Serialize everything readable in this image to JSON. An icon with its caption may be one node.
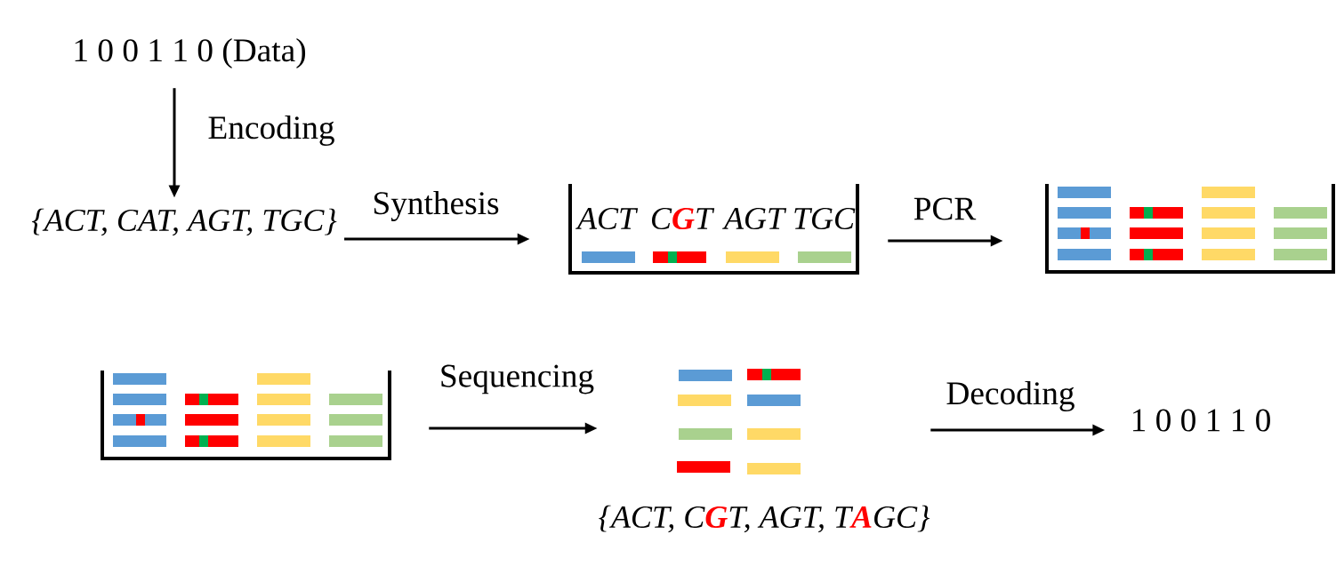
{
  "diagram": {
    "nodes": [
      {
        "text": [
          "1 0 0 1 1 0 (Data)"
        ]
      },
      {
        "text": [
          "{ACT, CAT, AGT, TGC}"
        ]
      },
      {
        "text": [
          "ACT",
          "C**G**T",
          "AGT",
          "TGC"
        ]
      },
      {
        "text": [],
        "shape": "box"
      },
      {
        "text": [],
        "shape": "box"
      },
      {
        "text": [
          "{ACT, C**G**T, AGT, T**A**GC}"
        ]
      },
      {
        "text": [
          "1 0 0 1 1 0"
        ]
      }
    ],
    "edges": [
      {
        "from": 0,
        "to": 1,
        "arrow": "to",
        "label": "Encoding"
      },
      {
        "from": 1,
        "to": 2,
        "arrow": "to",
        "label": "Synthesis"
      },
      {
        "from": 2,
        "to": 3,
        "arrow": "to",
        "label": "PCR"
      },
      {
        "from": 4,
        "to": 5,
        "arrow": "to",
        "label": "Sequencing"
      },
      {
        "from": 5,
        "to": 6,
        "arrow": "to",
        "label": "Decoding"
      }
    ]
  }
}
